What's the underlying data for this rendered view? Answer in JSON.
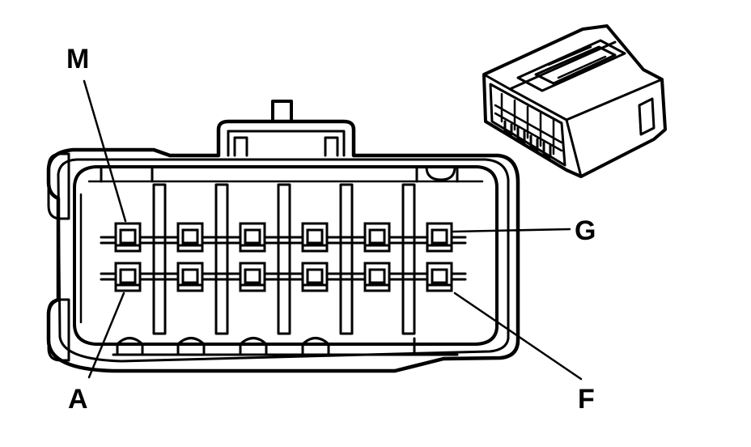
{
  "labels": {
    "m": "M",
    "g": "G",
    "a": "A",
    "f": "F"
  },
  "connector": {
    "rows": 2,
    "columns": 6,
    "cavity_count": 12
  },
  "colors": {
    "line": "#000000",
    "background": "#ffffff"
  }
}
